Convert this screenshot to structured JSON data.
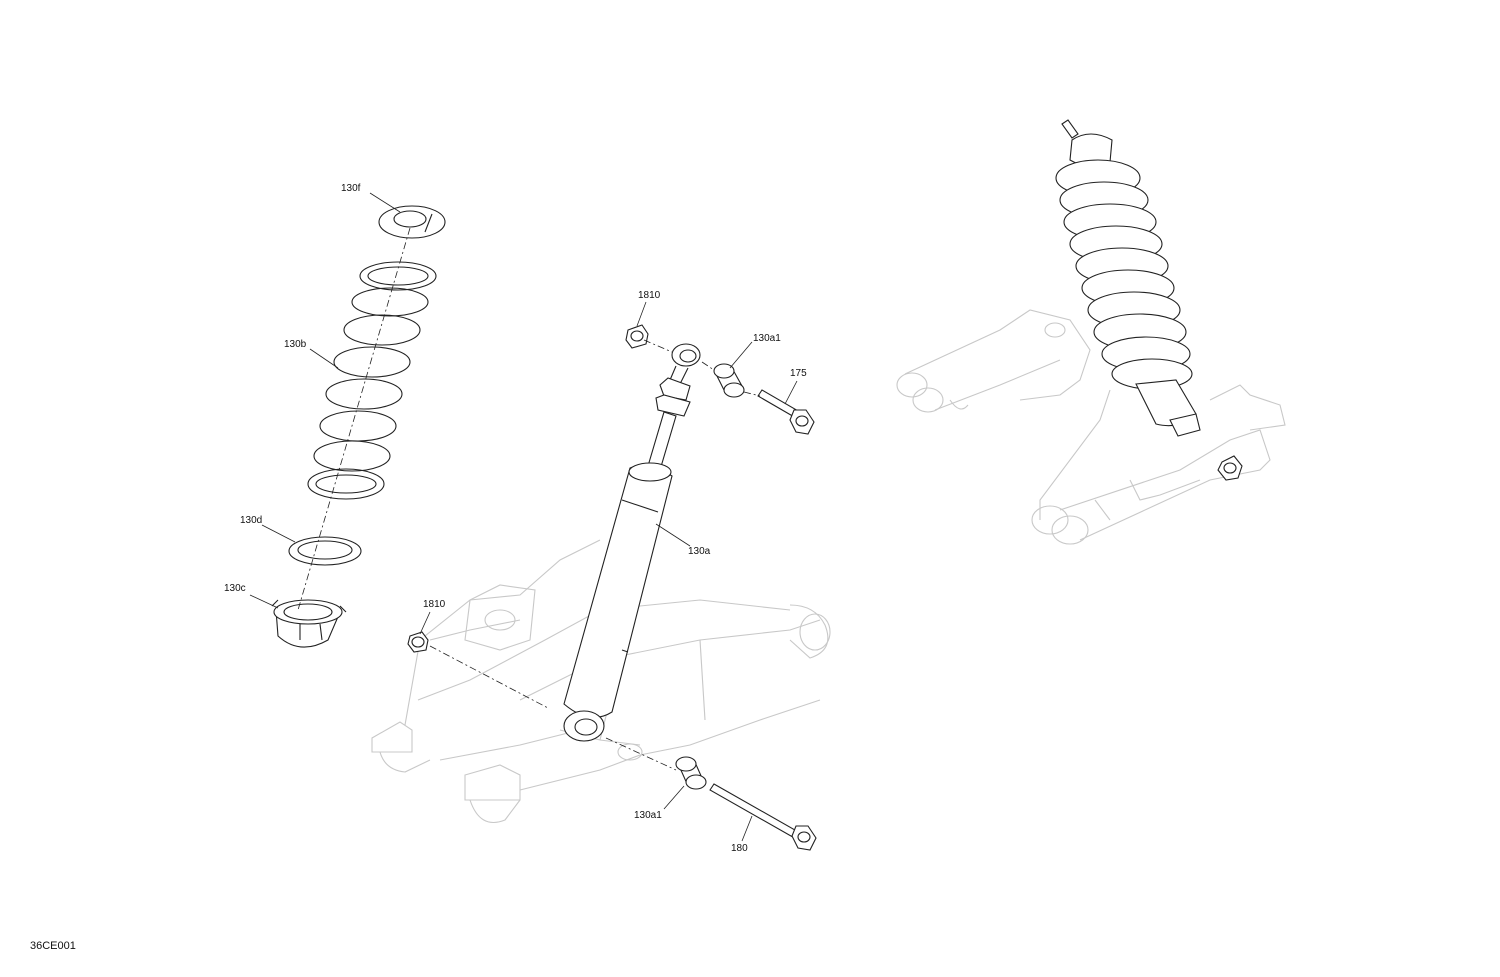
{
  "drawing_id": "36CE001",
  "callouts": {
    "c130f": "130f",
    "c130b": "130b",
    "c130d": "130d",
    "c130c": "130c",
    "c1810_top": "1810",
    "c130a1_top": "130a1",
    "c175": "175",
    "c130a": "130a",
    "c1810_bottom": "1810",
    "c130a1_bottom": "130a1",
    "c180": "180"
  }
}
